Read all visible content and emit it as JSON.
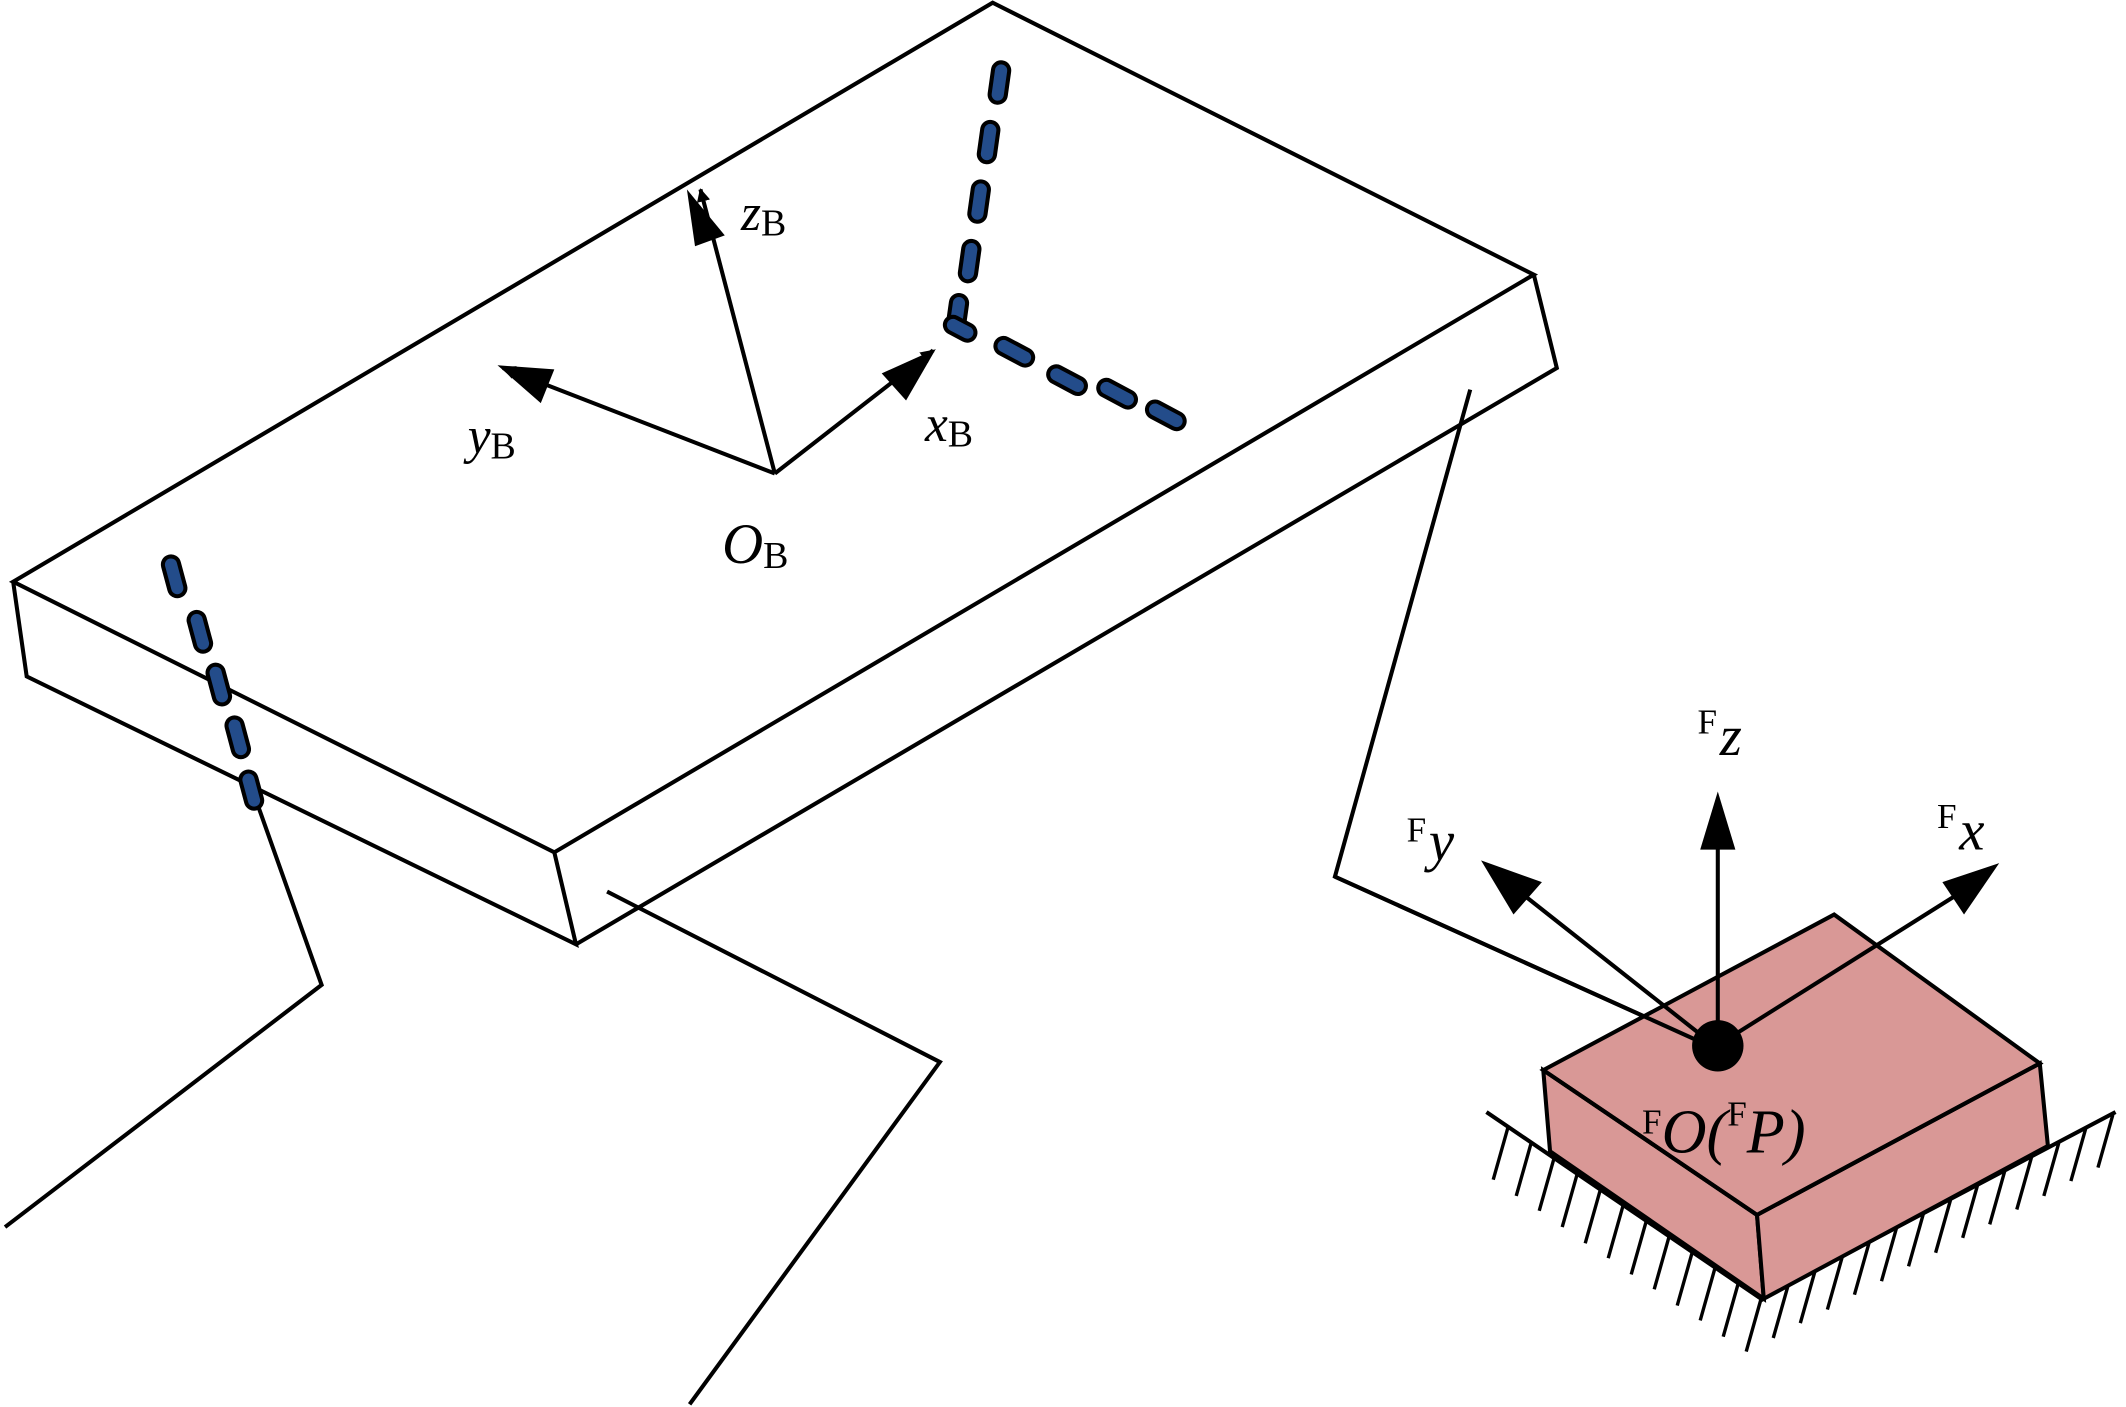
{
  "diagram": {
    "title": "Base frame B on moving platform with fixed foot frame F",
    "labels": {
      "body_z": {
        "main": "z",
        "sub": "B"
      },
      "body_y": {
        "main": "y",
        "sub": "B"
      },
      "body_x": {
        "main": "x",
        "sub": "B"
      },
      "body_origin": {
        "main": "O",
        "sub": "B"
      },
      "foot_z": {
        "sup": "F",
        "main": "z"
      },
      "foot_y": {
        "sup": "F",
        "main": "y"
      },
      "foot_x": {
        "sup": "F",
        "main": "x"
      },
      "foot_origin": {
        "sup1": "F",
        "main1": "O(",
        "sup2": "F",
        "main2": "P)"
      }
    },
    "colors": {
      "line": "#000000",
      "dash_fill": "#234c8a",
      "foot_block": "#d99896",
      "background": "#ffffff"
    }
  }
}
